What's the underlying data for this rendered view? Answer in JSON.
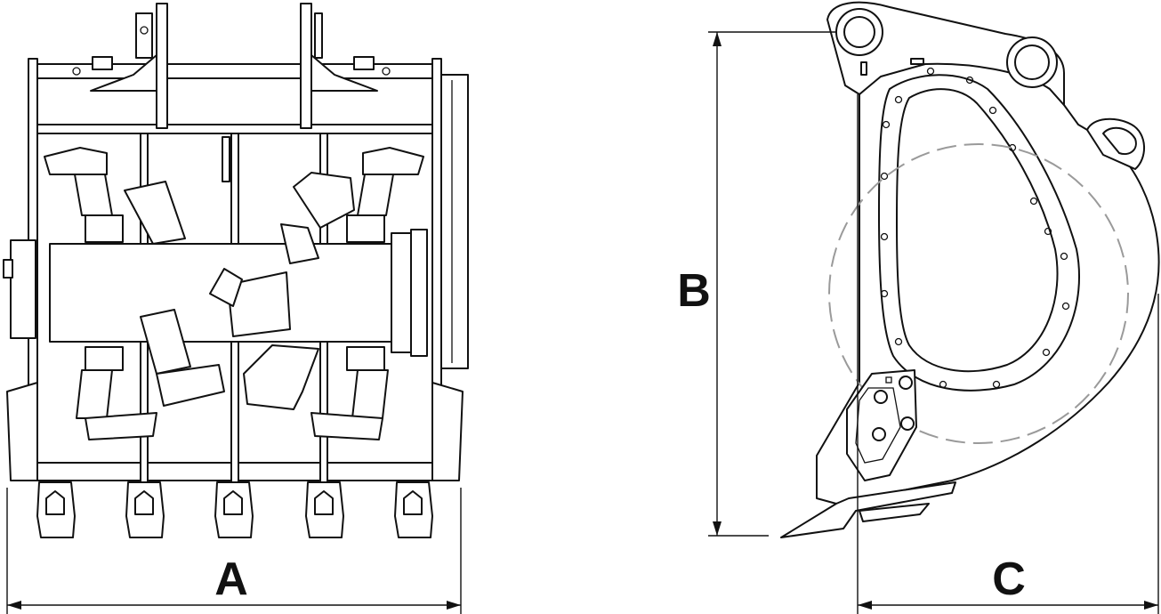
{
  "dimensions": {
    "width_label": "A",
    "height_label": "B",
    "depth_label": "C"
  },
  "colors": {
    "line": "#111111",
    "background": "#ffffff",
    "hidden_line": "#9a9a9a"
  }
}
